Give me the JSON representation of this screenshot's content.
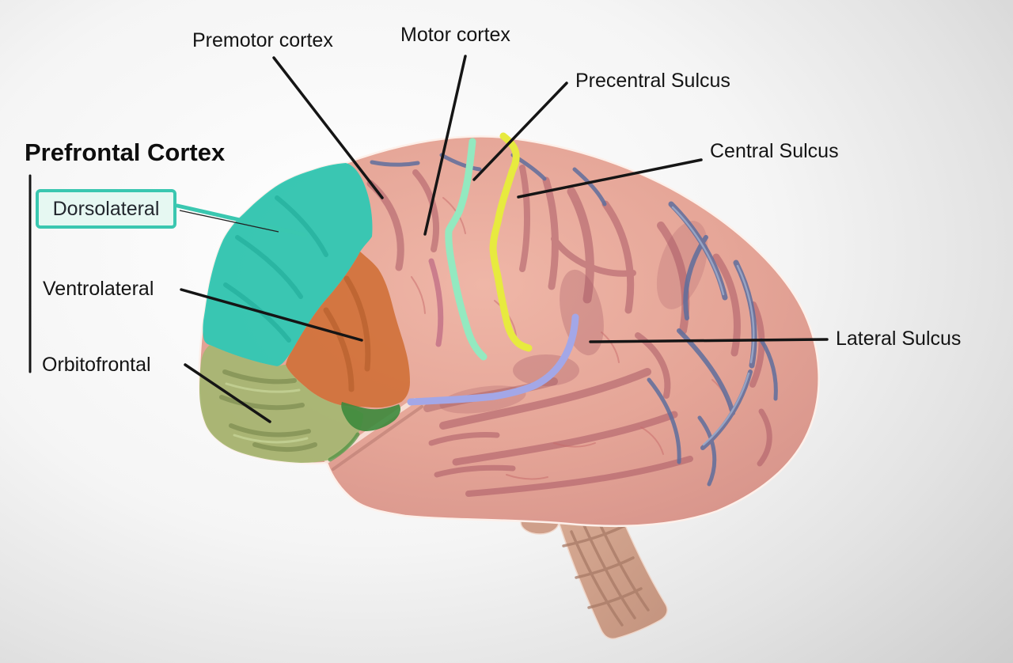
{
  "labels": {
    "title": "Prefrontal Cortex",
    "premotor": "Premotor cortex",
    "motor": "Motor cortex",
    "precentral_sulcus": "Precentral Sulcus",
    "central_sulcus": "Central Sulcus",
    "lateral_sulcus": "Lateral Sulcus",
    "dorsolateral": "Dorsolateral",
    "ventrolateral": "Ventrolateral",
    "orbitofrontal": "Orbitofrontal"
  },
  "regions": {
    "dorsolateral": {
      "color": "#2cc8b4"
    },
    "ventrolateral": {
      "color": "#d0713a"
    },
    "orbitofrontal": {
      "color": "#a6b673"
    },
    "orbitofrontal_dark": {
      "color": "#3c8a3c"
    }
  },
  "sulcus_lines": {
    "precentral": {
      "color": "#93e9c0"
    },
    "central": {
      "color": "#e7ea3f"
    },
    "lateral": {
      "color": "#a3a7e7"
    }
  },
  "style": {
    "leader_color": "#151515",
    "brain_base": "#e5a597",
    "sulci_color": "#ab5a66",
    "vein_color": "#5e6e9d",
    "tag_border": "#3ac7b0",
    "tag_fill": "#e6f8f2",
    "background_center": "#ffffff",
    "background_edge": "#c9c9c9"
  }
}
